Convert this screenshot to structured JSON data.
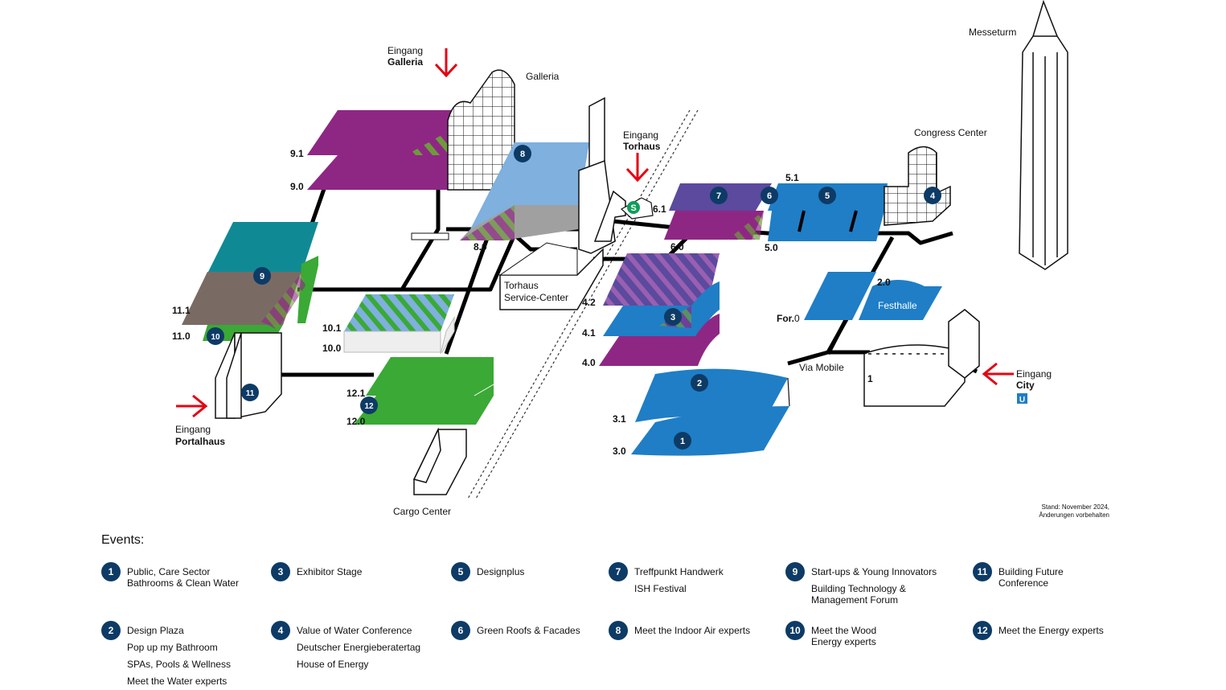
{
  "map": {
    "entrances": {
      "galleria": {
        "word": "Eingang",
        "name": "Galleria"
      },
      "torhaus": {
        "word": "Eingang",
        "name": "Torhaus"
      },
      "portalhaus": {
        "word": "Eingang",
        "name": "Portalhaus"
      },
      "city": {
        "word": "Eingang",
        "name": "City"
      }
    },
    "buildings": {
      "galleria": "Galleria",
      "messeturm": "Messeturm",
      "congress_center": "Congress Center",
      "torhaus_service_line1": "Torhaus",
      "torhaus_service_line2": "Service-Center",
      "cargo_center": "Cargo Center",
      "via_mobile": "Via Mobile",
      "festhalle": "Festhalle"
    },
    "levels": {
      "h9_1": "9.1",
      "h9_0": "9.0",
      "h8_0": "8.0",
      "h11_1": "11.1",
      "h11_0": "11.0",
      "h10_1": "10.1",
      "h10_0": "10.0",
      "h12_1": "12.1",
      "h12_0": "12.0",
      "h6_1": "6.1",
      "h6_0": "6.0",
      "h5_1": "5.1",
      "h5_0": "5.0",
      "h4_2": "4.2",
      "h4_1": "4.1",
      "h4_0": "4.0",
      "h3_1": "3.1",
      "h3_0": "3.0",
      "h2_0": "2.0",
      "for_prefix": "For.",
      "for_suffix": "0",
      "h1": "1"
    },
    "markers": {
      "m1": "1",
      "m2": "2",
      "m3": "3",
      "m4": "4",
      "m5": "5",
      "m6": "6",
      "m7": "7",
      "m8": "8",
      "m9": "9",
      "m10": "10",
      "m11": "11",
      "m12": "12"
    },
    "sbahn_symbol": "S",
    "ubahn_symbol": "U",
    "colors": {
      "purple": "#8e2784",
      "blue": "#1f7ec6",
      "light_blue": "#7fb0de",
      "green": "#3aa935",
      "teal": "#0f8a95",
      "taupe": "#7a6a64",
      "violet": "#5b4a9e",
      "navy": "#0d3b66",
      "red": "#e30613",
      "gray": "#a0a0a0",
      "sbahn_green": "#0f9d58",
      "ubahn_blue": "#1f7ec6"
    }
  },
  "stamp": {
    "line1": "Stand: November 2024,",
    "line2": "Änderungen vorbehalten"
  },
  "events": {
    "title": "Events:",
    "items": [
      {
        "num": "1",
        "lines": [
          "Public, Care Sector",
          "Bathrooms & Clean Water"
        ]
      },
      {
        "num": "2",
        "lines": [
          "Design Plaza",
          "Pop up my Bathroom",
          "SPAs, Pools & Wellness",
          "Meet the Water experts"
        ]
      },
      {
        "num": "3",
        "lines": [
          "Exhibitor Stage"
        ]
      },
      {
        "num": "4",
        "lines": [
          "Value of Water Conference",
          "Deutscher Energieberatertag",
          "House of Energy"
        ]
      },
      {
        "num": "5",
        "lines": [
          "Designplus"
        ]
      },
      {
        "num": "6",
        "lines": [
          "Green Roofs & Facades"
        ]
      },
      {
        "num": "7",
        "lines": [
          "Treffpunkt Handwerk",
          "ISH Festival"
        ]
      },
      {
        "num": "8",
        "lines": [
          "Meet the Indoor Air experts"
        ]
      },
      {
        "num": "9",
        "lines": [
          "Start-ups & Young Innovators",
          "Building Technology &",
          "Management Forum"
        ]
      },
      {
        "num": "10",
        "lines": [
          "Meet the Wood",
          "Energy experts"
        ]
      },
      {
        "num": "11",
        "lines": [
          "Building Future",
          "Conference"
        ]
      },
      {
        "num": "12",
        "lines": [
          "Meet the Energy experts"
        ]
      }
    ]
  }
}
